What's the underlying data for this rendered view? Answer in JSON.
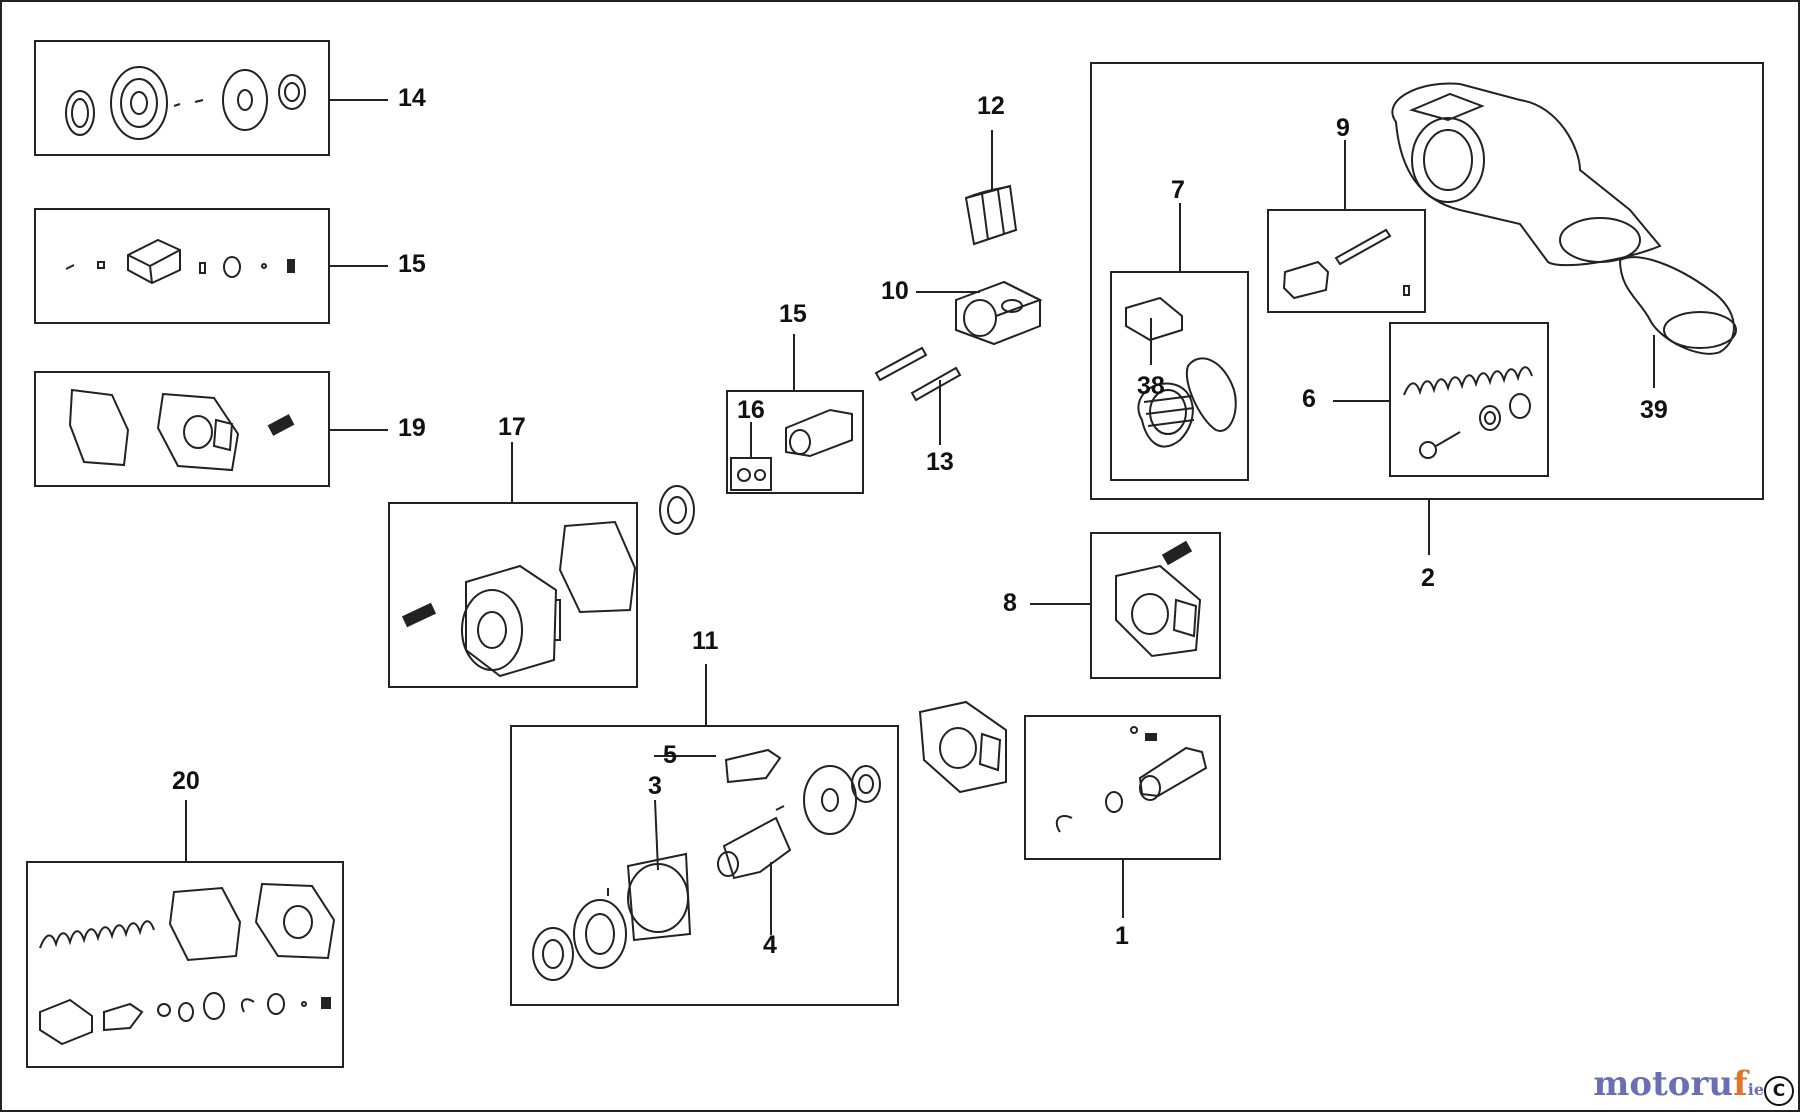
{
  "callouts": {
    "c1": "1",
    "c2": "2",
    "c3": "3",
    "c4": "4",
    "c5": "5",
    "c6": "6",
    "c7": "7",
    "c8": "8",
    "c9": "9",
    "c10": "10",
    "c11": "11",
    "c12": "12",
    "c13": "13",
    "c14": "14",
    "c15a": "15",
    "c15b": "15",
    "c16": "16",
    "c17": "17",
    "c19": "19",
    "c20": "20",
    "c38": "38",
    "c39": "39"
  },
  "watermark": {
    "brand_a": "motoru",
    "brand_b": "f",
    "suffix": "ie",
    "mark": "C"
  },
  "colors": {
    "line": "#222222",
    "brand_blue": "#6a6fb3",
    "brand_orange": "#e0742b"
  }
}
